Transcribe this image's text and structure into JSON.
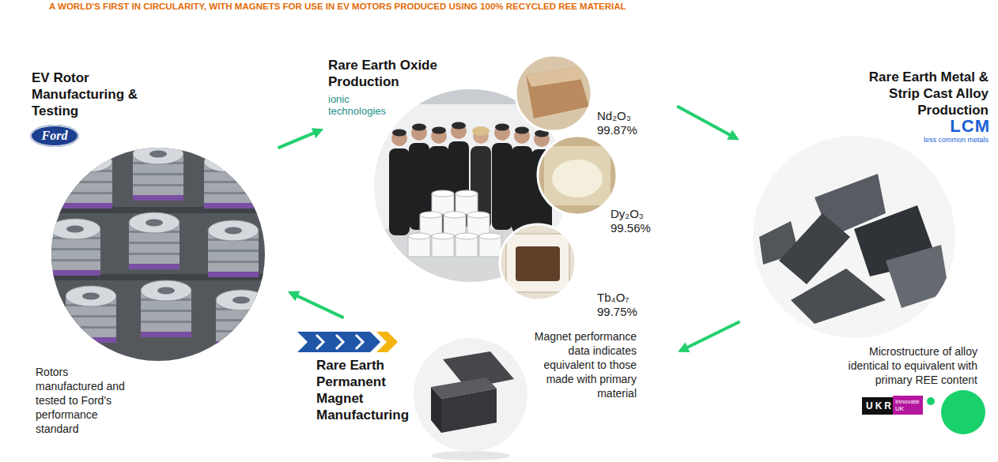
{
  "diagram": {
    "title": "A WORLD'S FIRST IN CIRCULARITY, WITH MAGNETS FOR USE IN EV MOTORS PRODUCED USING 100% RECYCLED REE MATERIAL",
    "nodes": [
      {
        "text": [
          "EV Rotor Manufacturing & Testing",
          "Ford",
          "Rotors manufactured and tested to Ford's performance standard"
        ]
      },
      {
        "text": [
          "Rare Earth Oxide Production",
          "ionic technologies"
        ]
      },
      {
        "text": [
          "Nd₂O₃",
          "99.87%"
        ],
        "in": 1
      },
      {
        "text": [
          "Dy₂O₃",
          "99.56%"
        ],
        "in": 1
      },
      {
        "text": [
          "Tb₄O₇",
          "99.75%"
        ],
        "in": 1
      },
      {
        "text": [
          "Rare Earth Metal & Strip Cast Alloy Production",
          "LCM",
          "less common metals",
          "Microstructure of alloy identical to equivalent with primary REE content"
        ]
      },
      {
        "text": [
          "Rare Earth Permanent Magnet Manufacturing",
          "Magnet performance data indicates equivalent to those made with primary material"
        ]
      }
    ],
    "edges": [
      {
        "from": 0,
        "to": 1,
        "arrow": "to"
      },
      {
        "from": 1,
        "to": 5,
        "arrow": "to"
      },
      {
        "from": 5,
        "to": 6,
        "arrow": "to"
      },
      {
        "from": 6,
        "to": 0,
        "arrow": "to"
      }
    ],
    "labels": [
      "UKRI",
      "Innovate UK"
    ]
  }
}
